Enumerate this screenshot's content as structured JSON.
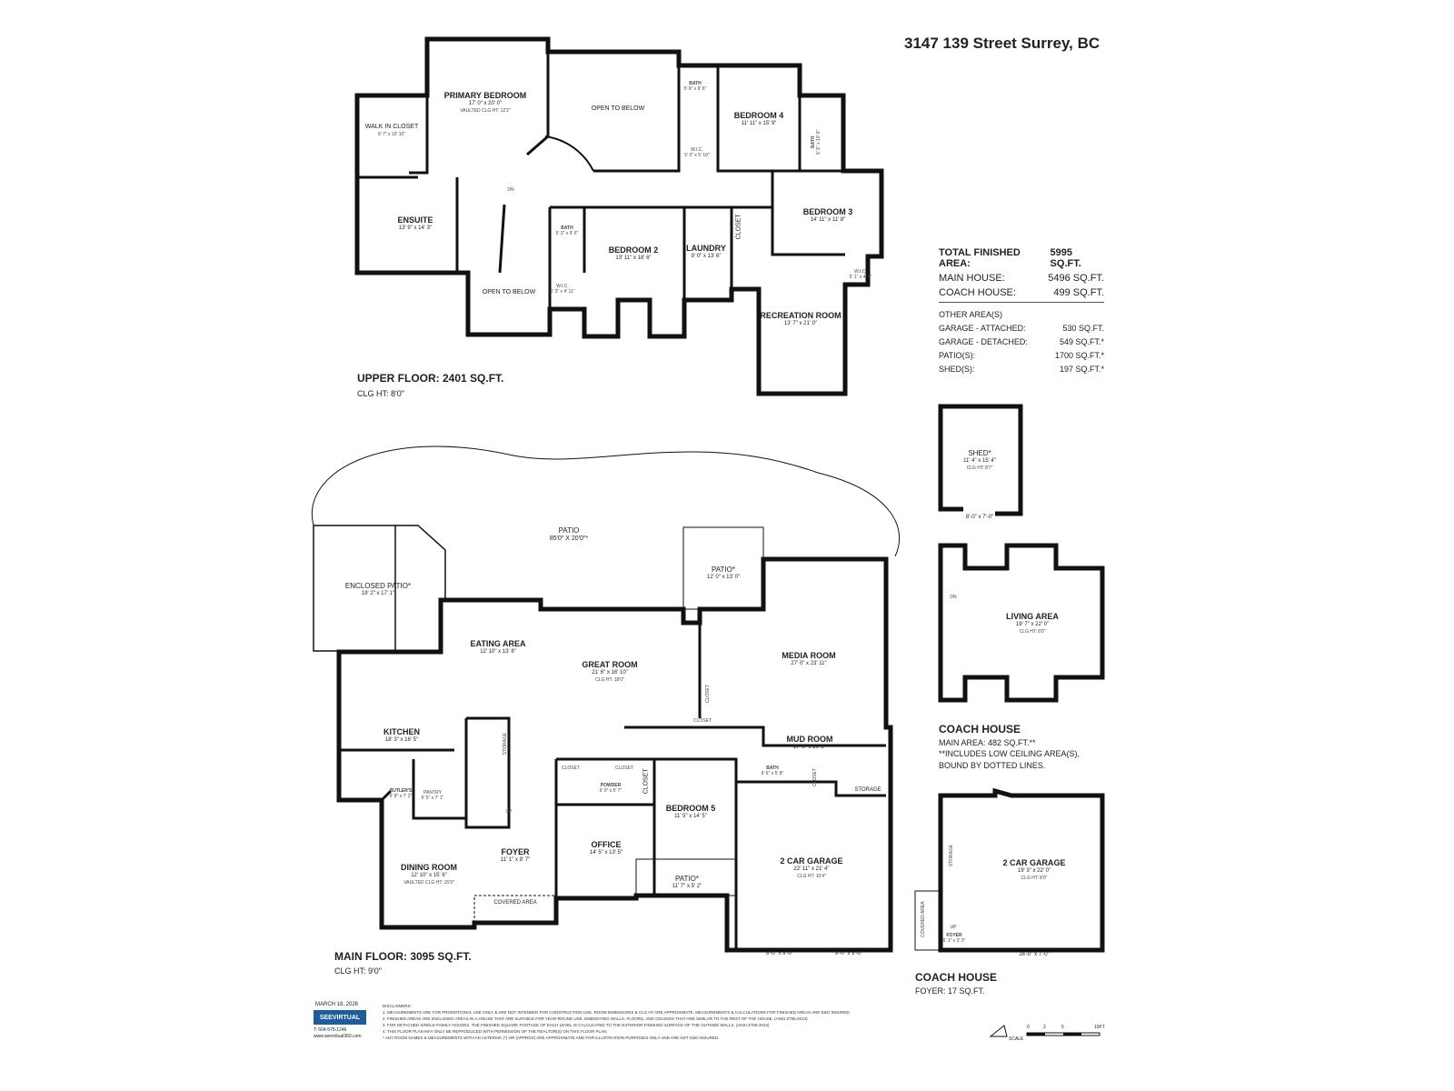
{
  "title": "3147 139 Street Surrey, BC",
  "upper_floor": {
    "title": "UPPER FLOOR: 2401 SQ.FT.",
    "ceiling": "CLG HT: 8'0\"",
    "rooms": [
      {
        "name": "PRIMARY BEDROOM",
        "dims": "17' 0\" x 20' 0\"",
        "clg": "VAULTED CLG HT: 12'2\""
      },
      {
        "name": "WALK IN CLOSET",
        "dims": "9' 7\" x 10' 10\""
      },
      {
        "name": "OPEN TO BELOW"
      },
      {
        "name": "BATH",
        "dims": "5' 9\" x 9' 6\""
      },
      {
        "name": "BEDROOM 4",
        "dims": "11' 11\" x 15' 9\""
      },
      {
        "name": "W.I.C.",
        "dims": "5' 3\" x 5' 10\""
      },
      {
        "name": "BATH",
        "dims": "5' 8\" x 10' 8\""
      },
      {
        "name": "ENSUITE",
        "dims": "13' 9\" x 14' 3\""
      },
      {
        "name": "DN"
      },
      {
        "name": "BATH",
        "dims": "5' 3\" x 9' 6\""
      },
      {
        "name": "BEDROOM 2",
        "dims": "13' 11\" x 18' 6\""
      },
      {
        "name": "LAUNDRY",
        "dims": "9' 0\" x 13' 6\""
      },
      {
        "name": "CLOSET"
      },
      {
        "name": "BEDROOM 3",
        "dims": "14' 11\" x 11' 8\""
      },
      {
        "name": "OPEN TO BELOW"
      },
      {
        "name": "W.I.C.",
        "dims": "5' 3\" x 4' 11\""
      },
      {
        "name": "W.I.C.",
        "dims": "5' 1\" x 4' 2\""
      },
      {
        "name": "RECREATION ROOM",
        "dims": "13' 7\" x 21' 0\""
      }
    ]
  },
  "areas": {
    "total": {
      "label": "TOTAL FINISHED AREA:",
      "value": "5995 SQ.FT."
    },
    "main_house": {
      "label": "MAIN HOUSE:",
      "value": "5496 SQ.FT."
    },
    "coach_house": {
      "label": "COACH HOUSE:",
      "value": "499 SQ.FT."
    },
    "other_heading": "OTHER AREA(S)",
    "other": [
      {
        "label": "GARAGE - ATTACHED:",
        "value": "530 SQ.FT."
      },
      {
        "label": "GARAGE - DETACHED:",
        "value": "549 SQ.FT.*"
      },
      {
        "label": "PATIO(S):",
        "value": "1700 SQ.FT.*"
      },
      {
        "label": "SHED(S):",
        "value": "197 SQ.FT.*"
      }
    ]
  },
  "main_floor": {
    "title": "MAIN FLOOR: 3095 SQ.FT.",
    "ceiling": "CLG HT: 9'0\"",
    "rooms": [
      {
        "name": "PATIO",
        "dims": "85'0\" X 20'0\"*"
      },
      {
        "name": "ENCLOSED PATIO*",
        "dims": "19' 2\" x 17' 1\""
      },
      {
        "name": "PATIO*",
        "dims": "12' 0\" x 13' 0\""
      },
      {
        "name": "EATING AREA",
        "dims": "12' 10\" x 13' 8\""
      },
      {
        "name": "GREAT ROOM",
        "dims": "21' 6\" x 16' 10\"",
        "clg": "CLG HT: 18'0\""
      },
      {
        "name": "MEDIA ROOM",
        "dims": "27' 0\" x 23' 11\""
      },
      {
        "name": "KITCHEN",
        "dims": "18' 3\" x 16' 5\""
      },
      {
        "name": "CLOSET"
      },
      {
        "name": "CLOSET"
      },
      {
        "name": "MUD ROOM",
        "dims": "17' 8\" x 10' 2\""
      },
      {
        "name": "STORAGE"
      },
      {
        "name": "CLOSET"
      },
      {
        "name": "CLOSET"
      },
      {
        "name": "POWDER",
        "dims": "6' 0\" x 5' 7\""
      },
      {
        "name": "CLOSET"
      },
      {
        "name": "BATH",
        "dims": "9' 6\" x 5' 8\""
      },
      {
        "name": "CLOSET"
      },
      {
        "name": "STORAGE"
      },
      {
        "name": "BUTLER'S",
        "dims": "9' 8\" x 7' 2\""
      },
      {
        "name": "PANTRY",
        "dims": "6' 5\" x 7' 1\""
      },
      {
        "name": "UP"
      },
      {
        "name": "BEDROOM 5",
        "dims": "11' 5\" x 14' 5\""
      },
      {
        "name": "OFFICE",
        "dims": "14' 5\" x 13' 5\""
      },
      {
        "name": "FOYER",
        "dims": "11' 1\" x 8' 7\""
      },
      {
        "name": "DINING ROOM",
        "dims": "12' 10\" x 15' 6\"",
        "clg": "VAULTED CLG HT: 15'9\""
      },
      {
        "name": "PATIO*",
        "dims": "11' 7\" x 5' 2\""
      },
      {
        "name": "COVERED AREA"
      },
      {
        "name": "2 CAR GARAGE",
        "dims": "22' 11\" x 21' 4\"",
        "clg": "CLG HT: 10'4\""
      },
      {
        "name": "9'-0\" x 9'-0\""
      },
      {
        "name": "9'-0\" x 9'-0\""
      }
    ]
  },
  "shed": {
    "name": "SHED*",
    "dims": "11' 4\" x 15' 4\"",
    "clg": "CLG HT: 8'7\"",
    "door": "8'-0\" x 7'-0\""
  },
  "coach_upper": {
    "rooms": [
      {
        "name": "LIVING AREA",
        "dims": "19' 7\" x 22' 0\"",
        "clg": "CLG HT: 8'0\""
      },
      {
        "name": "DN"
      }
    ],
    "title": "COACH HOUSE",
    "line1": "MAIN AREA: 482 SQ.FT.**",
    "line2": "**INCLUDES LOW CEILING AREA(S),",
    "line3": "BOUND BY DOTTED LINES."
  },
  "coach_lower": {
    "rooms": [
      {
        "name": "2 CAR GARAGE",
        "dims": "19' 3\" x 22' 0\"",
        "clg": "CLG HT: 8'0\""
      },
      {
        "name": "STORAGE"
      },
      {
        "name": "COVERED AREA"
      },
      {
        "name": "UP"
      },
      {
        "name": "FOYER",
        "dims": "5' 1\" x 3' 3\""
      }
    ],
    "door": "16'-0\" x 7'-0\"",
    "title": "COACH HOUSE",
    "line1": "FOYER: 17 SQ.FT."
  },
  "footer": {
    "date": "MARCH 18, 2026",
    "logo": "SEEVIRTUAL",
    "phone": "T: 604-575-1246",
    "web": "www.seevirtual360.com",
    "disclaimer_heading": "DISCLAIMERS:",
    "disclaimers": [
      "1. MEASUREMENTS ARE FOR PROMOTIONAL USE ONLY & ARE NOT INTENDED FOR CONSTRUCTION USE. ROOM DIMENSIONS & CLG HT ARE APPROXIMATE. MEASUREMENTS & CALCULATIONS FOR FINISHED AREAS ARE E&O INSURED.",
      "2. FINISHED AREAS ARE ENCLOSED AREAS IN A HOUSE THAT ARE SUITABLE FOR YEAR-ROUND USE, EMBODYING WALLS, FLOORS, AND CEILINGS THAT ARE SIMILAR TO THE REST OF THE HOUSE. (ANSI Z765-2013)",
      "3. FOR DETACHED SINGLE-FAMILY HOUSES, THE FINISHED SQUARE FOOTAGE OF EACH LEVEL IS CALCULATED TO THE EXTERIOR FINISHED SURFACE OF THE OUTSIDE WALLS. (ANSI Z765-2013)",
      "4. THIS FLOOR PLAN MAY ONLY BE REPRODUCED WITH PERMISSION OF THE REALTOR(S) ON THIS FLOOR PLAN.",
      "* ANY ROOM NAMES & MEASUREMENTS WITH AN ASTERISK (*) OR (APPROX) ARE APPROXIMATE AND FOR ILLUSTRATION PURPOSES ONLY AND ARE NOT E&O INSURED."
    ],
    "scale_label": "SCALE",
    "scale_ticks": [
      "0",
      "2",
      "5",
      "10FT"
    ]
  },
  "colors": {
    "wall": "#111111",
    "text": "#222222",
    "logo": "#1d5d9b"
  }
}
